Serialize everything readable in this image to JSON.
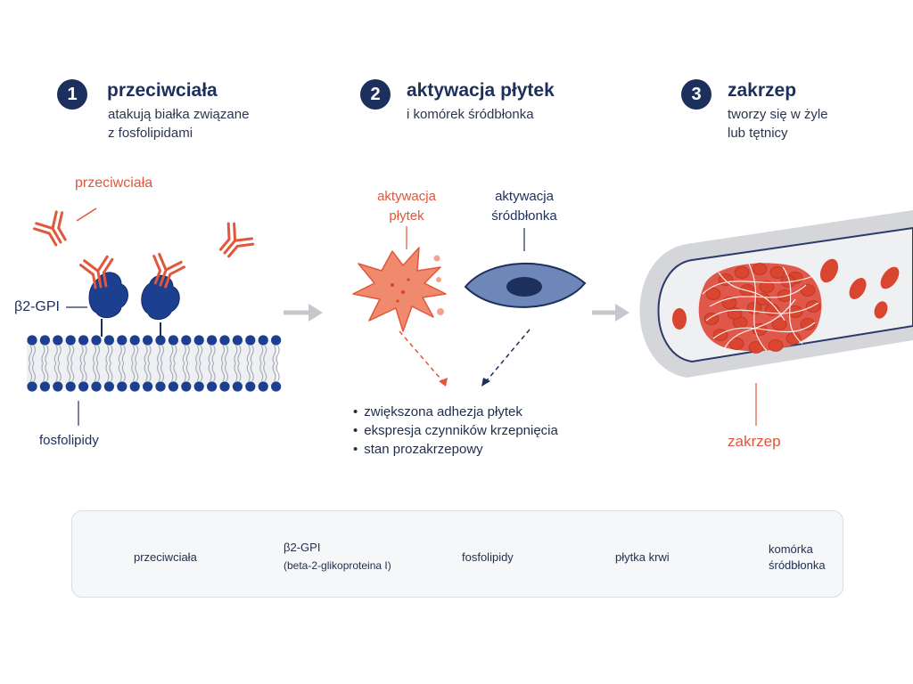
{
  "steps": [
    {
      "num": "1",
      "title": "przeciwciała",
      "subtitle_line1": "atakują białka związane",
      "subtitle_line2": "z fosfolipidami"
    },
    {
      "num": "2",
      "title": "aktywacja płytek",
      "subtitle_line1": "i komórek śródbłonka",
      "subtitle_line2": ""
    },
    {
      "num": "3",
      "title": "zakrzep",
      "subtitle_line1": "tworzy się w żyle",
      "subtitle_line2": "lub tętnicy"
    }
  ],
  "panel1": {
    "antibodies_label": "przeciwciała",
    "b2gpi_label": "β2-GPI",
    "phospholipids_label": "fosfolipidy"
  },
  "panel2": {
    "platelet_label_line1": "aktywacja",
    "platelet_label_line2": "płytek",
    "endothelium_label_line1": "aktywacja",
    "endothelium_label_line2": "śródbłonka",
    "effects": [
      "zwiększona adhezja płytek",
      "ekspresja czynników krzepnięcia",
      "stan prozakrzepowy"
    ]
  },
  "panel3": {
    "clot_label": "zakrzep"
  },
  "legend": {
    "antibody": "przeciwciała",
    "b2gpi": "β2-GPI",
    "b2gpi_full": "(beta-2-glikoproteina I)",
    "phospholipid": "fosfolipidy",
    "platelet": "płytka krwi",
    "endothelial_line1": "komórka",
    "endothelial_line2": "śródbłonka"
  },
  "colors": {
    "navy": "#1d2f5c",
    "red": "#e2563b",
    "salmon": "#f08a6c",
    "blue_cell": "#6f86b8",
    "blood": "#d9452e",
    "arrow_gray": "#c5c8cd"
  }
}
